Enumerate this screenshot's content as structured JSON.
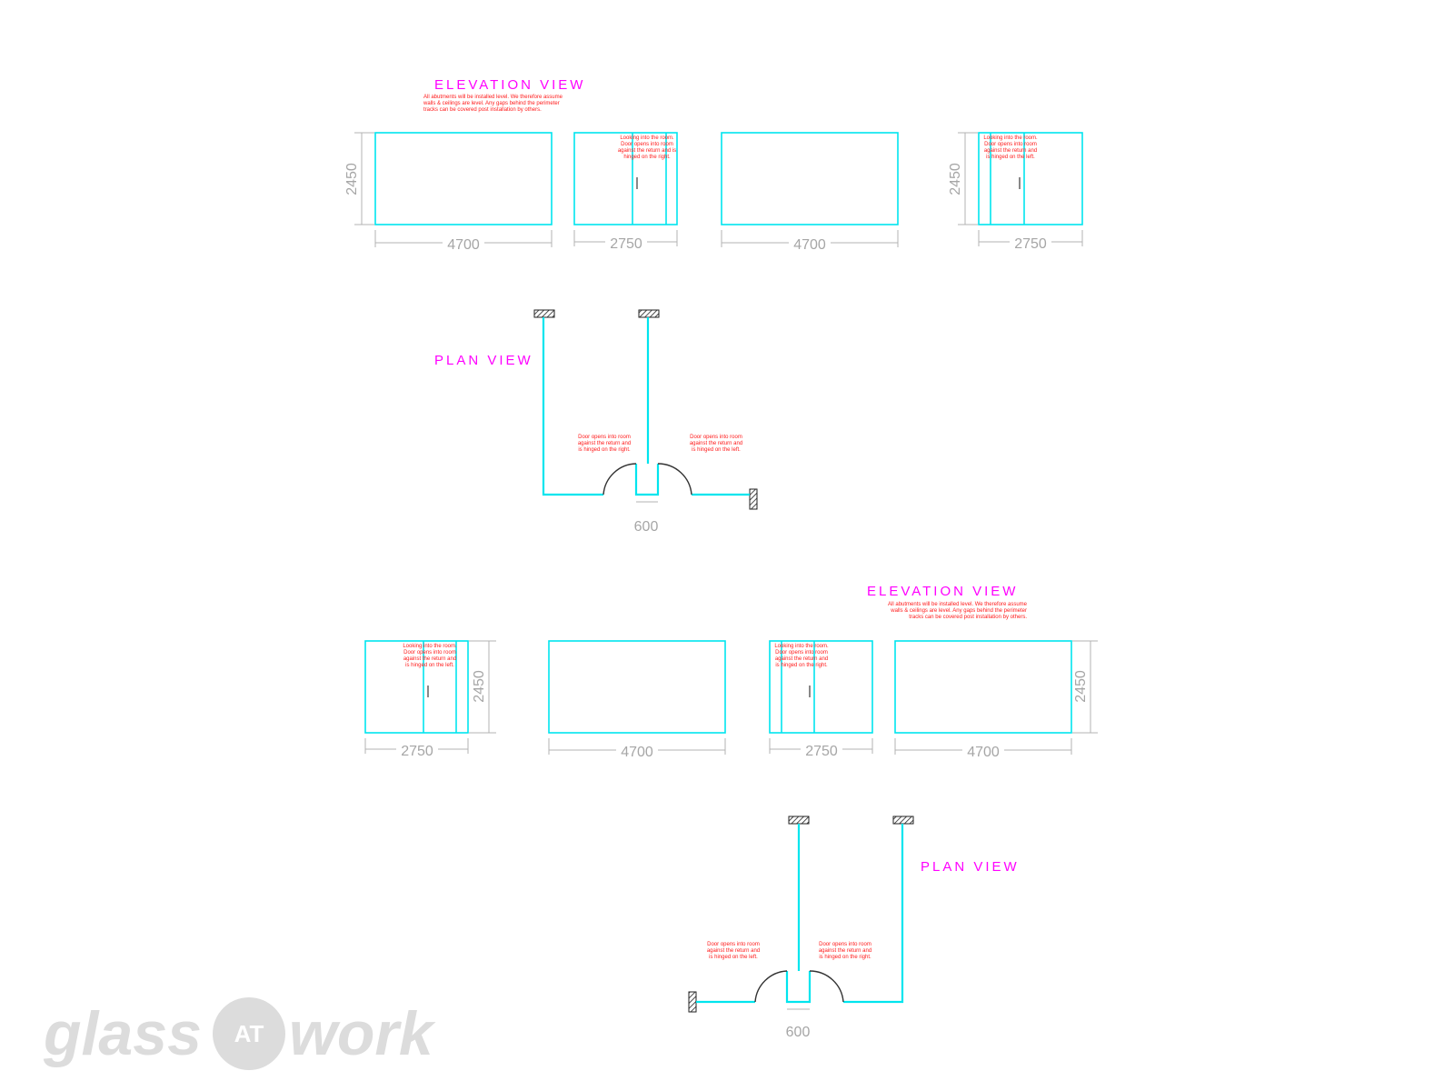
{
  "top": {
    "elevation_title": "ELEVATION VIEW",
    "elevation_note": [
      "All abutments will be installed level. We therefore assume",
      "walls & ceilings are level. Any gaps behind the perimeter",
      "tracks can be covered post installation by others."
    ],
    "height_dim": "2450",
    "widths": [
      "4700",
      "2750",
      "4700",
      "2750"
    ],
    "door_note_a": [
      "Looking into the room.",
      "Door opens into room",
      "against the return and is",
      "hinged on the right."
    ],
    "door_note_b": [
      "Looking into the room.",
      "Door opens into room",
      "against the return and",
      "is hinged on the left."
    ],
    "plan_title": "PLAN VIEW",
    "plan_note_left": [
      "Door opens into room",
      "against the return and",
      "is hinged on the right."
    ],
    "plan_note_right": [
      "Door opens into room",
      "against the return and",
      "is hinged on the left."
    ],
    "plan_gap": "600"
  },
  "bottom": {
    "elevation_title": "ELEVATION VIEW",
    "elevation_note": [
      "All abutments will be installed level. We therefore assume",
      "walls & ceilings are level. Any gaps behind the perimeter",
      "tracks can be covered post installation by others."
    ],
    "height_dim": "2450",
    "widths": [
      "2750",
      "4700",
      "2750",
      "4700"
    ],
    "door_note_a": [
      "Looking into the room.",
      "Door opens into room",
      "against the return and",
      "is hinged on the left."
    ],
    "door_note_b": [
      "Looking into the room.",
      "Door opens into room",
      "against the return and",
      "is hinged on the right."
    ],
    "plan_title": "PLAN VIEW",
    "plan_note_left": [
      "Door opens into room",
      "against the return and",
      "is hinged on the left."
    ],
    "plan_note_right": [
      "Door opens into room",
      "against the return and",
      "is hinged on the right."
    ],
    "plan_gap": "600"
  },
  "logo": {
    "left": "glass",
    "at": "AT",
    "right": "work"
  },
  "colors": {
    "panel": "#00e5ee",
    "title": "#ff00ff",
    "note": "#ff1a1a",
    "dimension": "#a6a6a6"
  }
}
